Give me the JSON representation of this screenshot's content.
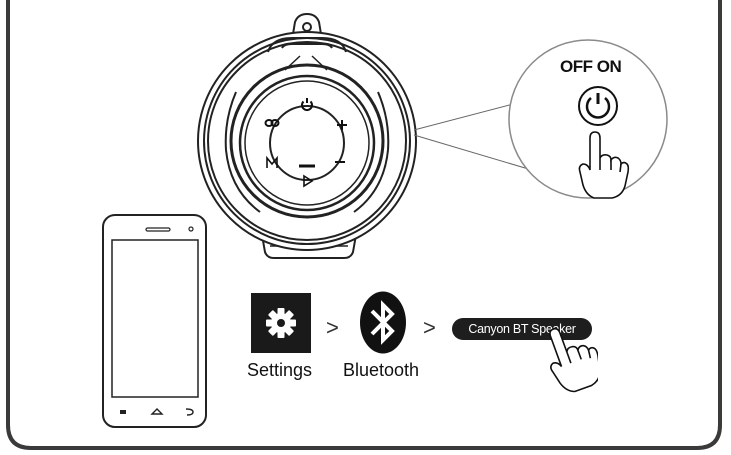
{
  "panel": {
    "switch_label": "OFF ON"
  },
  "speaker": {
    "buttons": {
      "power": "power-icon",
      "link": "link-icon",
      "plus": "+",
      "minus": "–",
      "mode": "M",
      "play": "play-icon"
    }
  },
  "pairing": {
    "settings_label": "Settings",
    "bluetooth_label": "Bluetooth",
    "separator": ">",
    "device_name": "Canyon BT Speaker"
  },
  "colors": {
    "line": "#222222",
    "pill": "#1e1e1e",
    "icon_bg": "#1a1a1a",
    "frame_border": "#3a3a3a"
  }
}
